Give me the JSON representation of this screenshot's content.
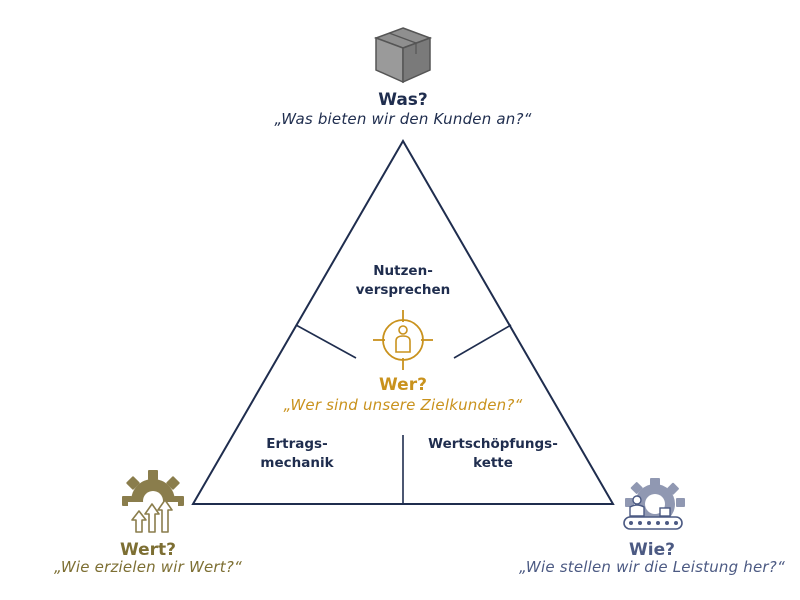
{
  "top": {
    "heading": "Was?",
    "question": "„Was bieten wir den Kunden an?“"
  },
  "center": {
    "heading": "Wer?",
    "question": "„Wer sind unsere Zielkunden?“"
  },
  "left": {
    "heading": "Wert?",
    "question": "„Wie erzielen wir Wert?“"
  },
  "right": {
    "heading": "Wie?",
    "question": "„Wie stellen wir die Leistung her?“"
  },
  "segments": {
    "nutzen_1": "Nutzen-",
    "nutzen_2": "versprechen",
    "ertrags_1": "Ertrags-",
    "ertrags_2": "mechanik",
    "wert_1": "Wertschöpfungs-",
    "wert_2": "kette"
  },
  "icons": {
    "top": "box-icon",
    "center": "target-person-icon",
    "left": "gear-arrows-icon",
    "right": "gear-conveyor-icon"
  },
  "colors": {
    "navy": "#1f2d4e",
    "gold": "#c9921d",
    "olive": "#7d6f33",
    "slate": "#4c5a83",
    "gray": "#7f7f7f"
  }
}
